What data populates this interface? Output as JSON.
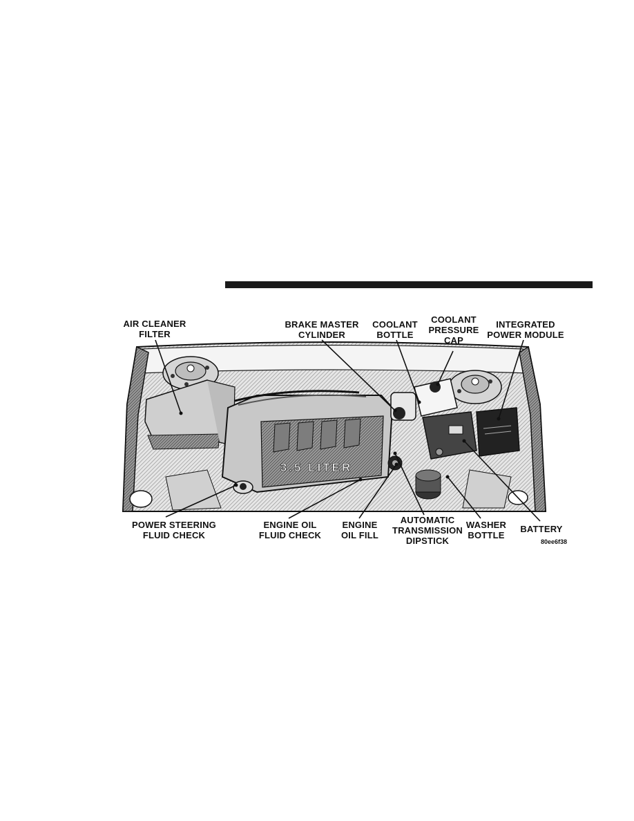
{
  "figure": {
    "labels": {
      "air_cleaner_filter": "AIR CLEANER\nFILTER",
      "brake_master_cylinder": "BRAKE MASTER\nCYLINDER",
      "coolant_bottle": "COOLANT\nBOTTLE",
      "coolant_pressure_cap": "COOLANT\nPRESSURE\nCAP",
      "integrated_power_module": "INTEGRATED\nPOWER MODULE",
      "power_steering_fluid_check": "POWER STEERING\nFLUID CHECK",
      "engine_oil_fluid_check": "ENGINE OIL\nFLUID CHECK",
      "engine_oil_fill": "ENGINE\nOIL FILL",
      "automatic_transmission_dipstick": "AUTOMATIC\nTRANSMISSION\nDIPSTICK",
      "washer_bottle": "WASHER\nBOTTLE",
      "battery": "BATTERY"
    },
    "engine_cover_text": "3.5 LITER",
    "figure_code": "80ee6f38"
  }
}
